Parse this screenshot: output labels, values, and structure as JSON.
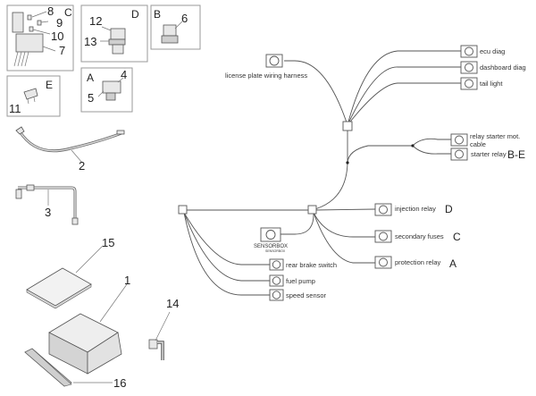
{
  "diagram": {
    "title": "Electrical system - battery, relays and wiring harness",
    "part_groups": {
      "C": "C",
      "D": "D",
      "B": "B",
      "A": "A",
      "E": "E"
    },
    "part_numbers": {
      "p1": "1",
      "p2": "2",
      "p3": "3",
      "p4": "4",
      "p5": "5",
      "p6": "6",
      "p7": "7",
      "p8": "8",
      "p9": "9",
      "p10": "10",
      "p11": "11",
      "p12": "12",
      "p13": "13",
      "p14": "14",
      "p15": "15",
      "p16": "16"
    },
    "connectors": {
      "license_plate": "license plate wiring harness",
      "ecu_diag": "ecu diag",
      "dashboard_diag": "dashboard diag",
      "tail_light": "tail light",
      "relay_starter_mot_1": "relay starter mot.",
      "relay_starter_mot_2": "cable",
      "starter_relay": "starter relay",
      "starter_relay_tag": "B-E",
      "injection_relay": "injection relay",
      "injection_relay_tag": "D",
      "secondary_fuses": "secondary fuses",
      "secondary_fuses_tag": "C",
      "protection_relay": "protection relay",
      "protection_relay_tag": "A",
      "sensorbox": "SENSORBOX",
      "sensorbox_sub": "SENSORBOX",
      "rear_brake_switch": "rear brake switch",
      "fuel_pump": "fuel pump",
      "speed_sensor": "speed sensor"
    }
  }
}
